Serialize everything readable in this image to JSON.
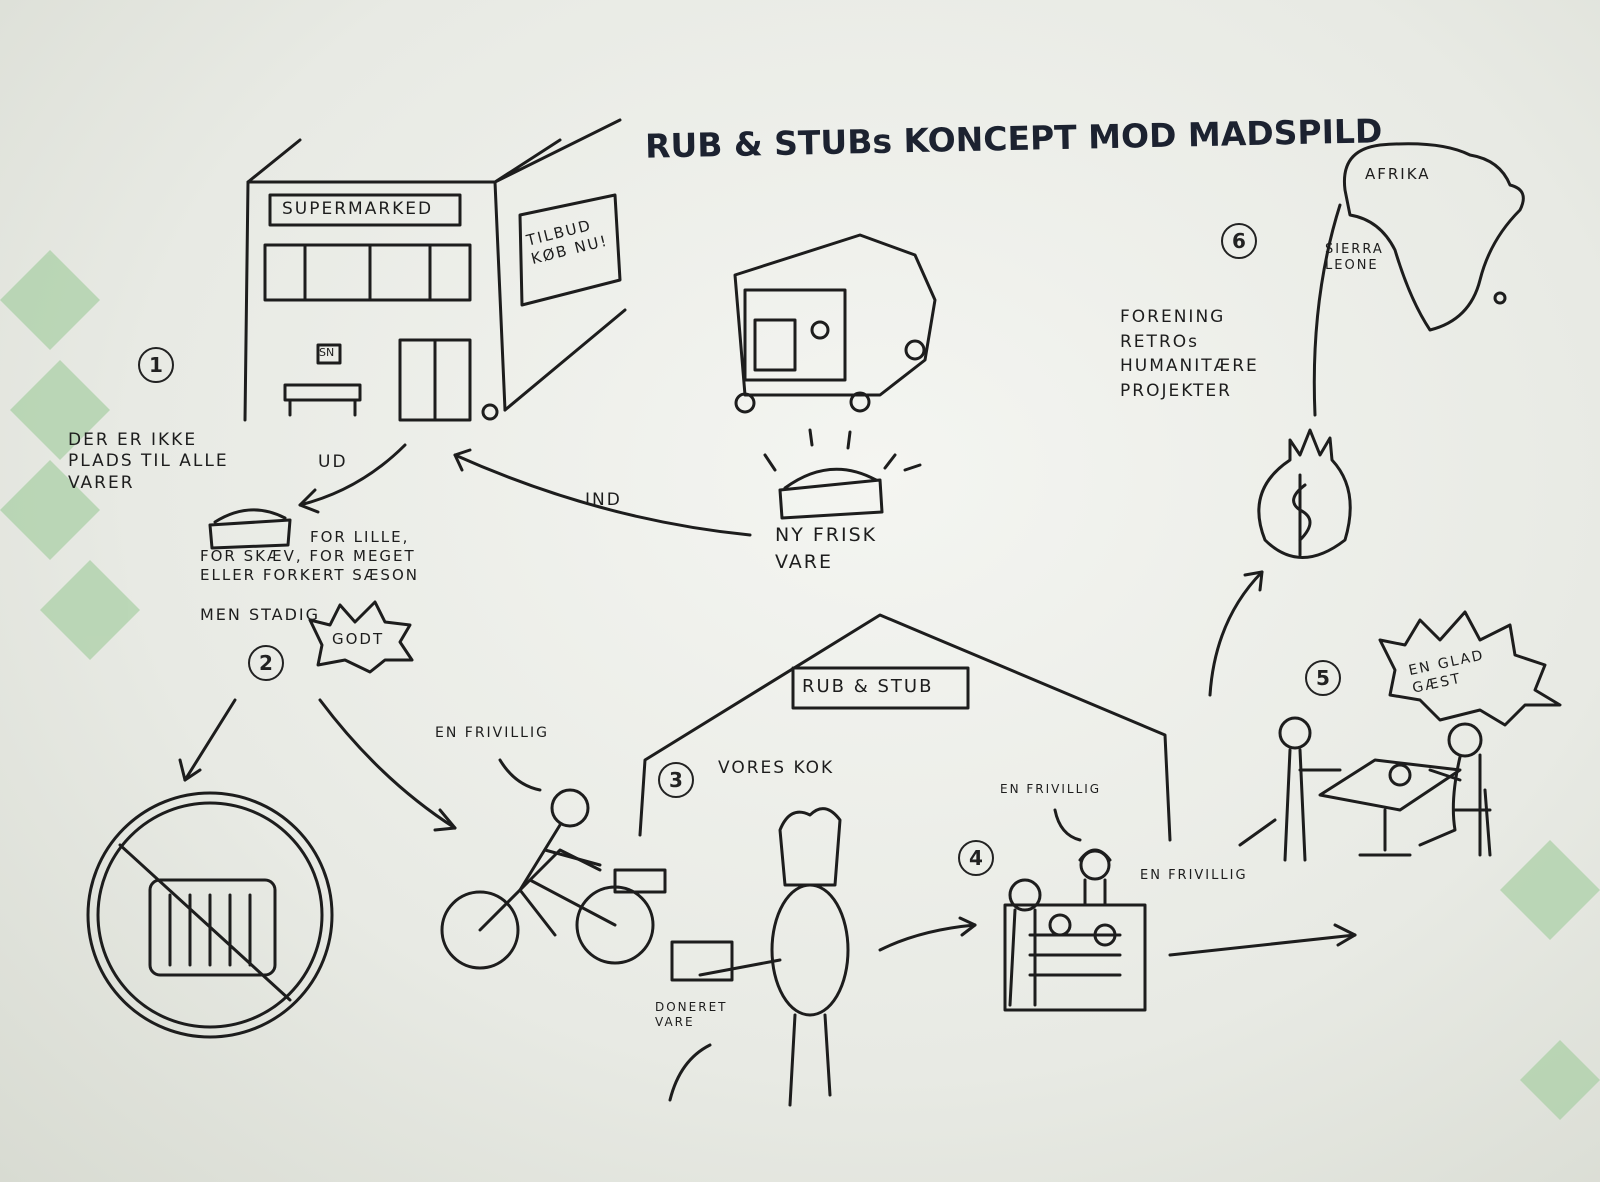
{
  "title": "RUB & STUBs KONCEPT MOD MADSPILD",
  "steps": [
    "1",
    "2",
    "3",
    "4",
    "5",
    "6"
  ],
  "supermarket": {
    "sign": "SUPERMARKED",
    "offer_sign": "TILBUD\nKØB NU!",
    "stand_sign": "SN"
  },
  "labels": {
    "no_space": "DER ER IKKE\nPLADS TIL ALLE\nVARER",
    "out": "UD",
    "in": "IND",
    "fresh": "NY FRISK\nVARE",
    "reasons": "FOR LILLE,\nFOR SKÆV, FOR MEGET\nELLER FORKERT SÆSON",
    "still": "MEN STADIG",
    "good": "GODT",
    "volunteer_bike": "EN FRIVILLIG",
    "restaurant_sign": "RUB & STUB",
    "our_cook": "VORES KOK",
    "donated": "DONERET\nVARE",
    "volunteer_kitchen": "EN FRIVILLIG",
    "volunteer_waiter": "EN FRIVILLIG",
    "happy_guest": "EN GLAD\nGÆST",
    "association": "FORENING\nRETROs\nHUMANITÆRE\nPROJEKTER",
    "africa": "AFRIKA",
    "sierra_leone": "SIERRA\nLEONE"
  },
  "colors": {
    "ink": "#1d1d1d",
    "title": "#1c2230",
    "diamond": "#9cc79a",
    "paper": "#eef0eb"
  }
}
